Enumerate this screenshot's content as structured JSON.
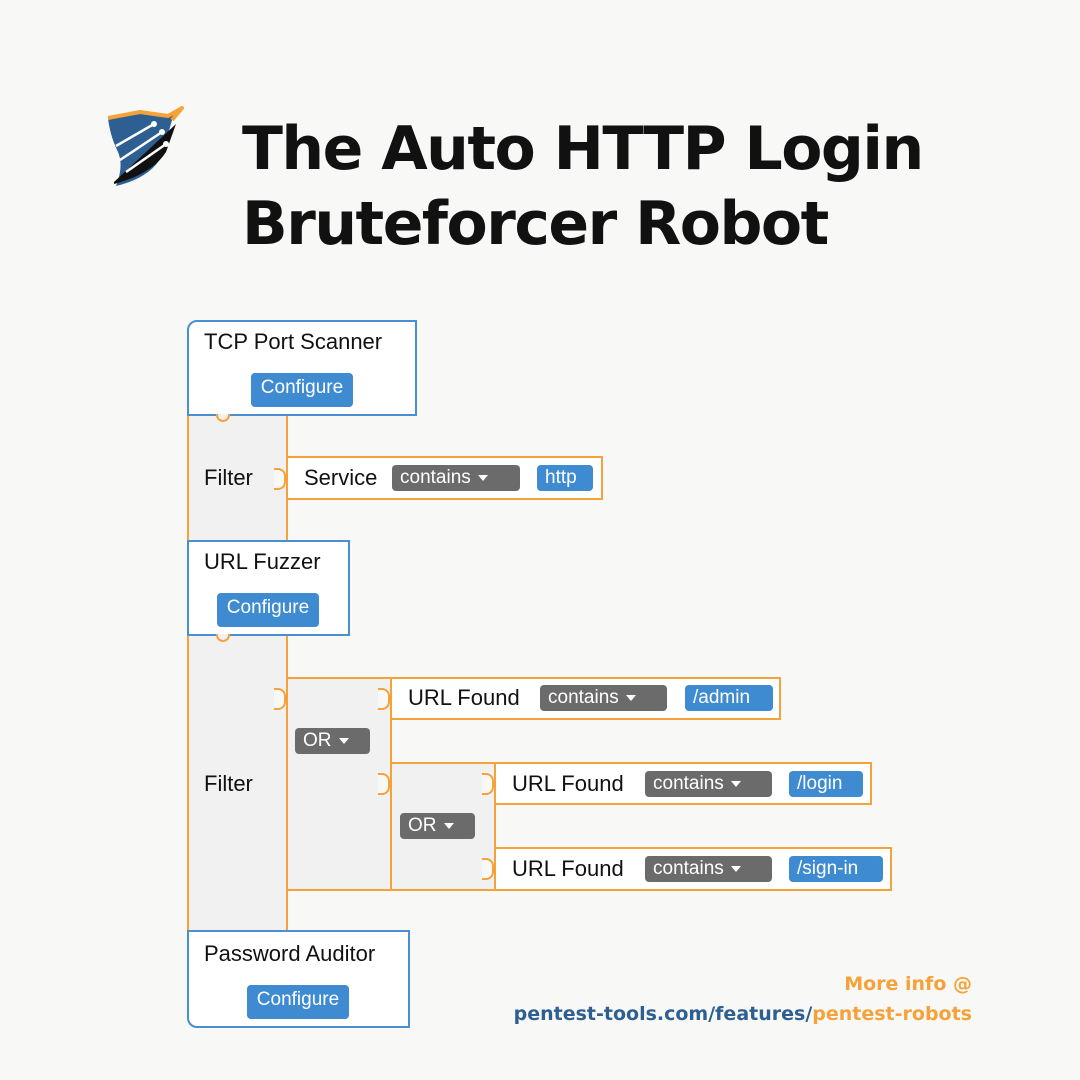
{
  "title": {
    "line1": "The Auto HTTP Login",
    "line2": "Bruteforcer Robot"
  },
  "logo": {
    "icon": "shield-icon"
  },
  "blocks": {
    "tcp_scanner": {
      "title": "TCP Port Scanner",
      "configure": "Configure"
    },
    "filter1": {
      "label": "Filter",
      "condition": {
        "field": "Service",
        "operator": "contains",
        "value": "http"
      }
    },
    "url_fuzzer": {
      "title": "URL Fuzzer",
      "configure": "Configure"
    },
    "filter2": {
      "label": "Filter",
      "or1": "OR",
      "or2": "OR",
      "conditions": [
        {
          "field": "URL Found",
          "operator": "contains",
          "value": "/admin"
        },
        {
          "field": "URL Found",
          "operator": "contains",
          "value": "/login"
        },
        {
          "field": "URL Found",
          "operator": "contains",
          "value": "/sign-in"
        }
      ]
    },
    "password_auditor": {
      "title": "Password Auditor",
      "configure": "Configure"
    }
  },
  "footer": {
    "more_info": "More info @",
    "link_prefix": "pentest-tools.com/features/",
    "link_suffix": "pentest-robots"
  },
  "colors": {
    "accent_blue": "#3f8bd1",
    "accent_orange": "#f6a23a",
    "link_blue": "#2e5f93",
    "dropdown_gray": "#6b6b6b"
  }
}
